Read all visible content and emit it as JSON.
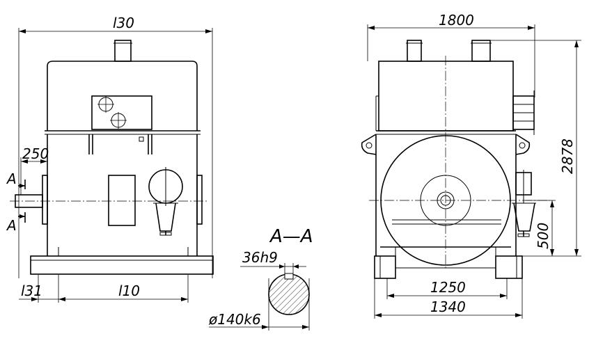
{
  "labels": {
    "l30": "l30",
    "d250": "250",
    "sec_a_top": "A",
    "sec_a_bottom": "A",
    "l31": "l31",
    "l10": "l10",
    "section_title": "A—A",
    "key_width": "36h9",
    "shaft_dia": "ø140k6",
    "d1800": "1800",
    "d2878": "2878",
    "d500": "500",
    "d1250": "1250",
    "d1340": "1340"
  }
}
